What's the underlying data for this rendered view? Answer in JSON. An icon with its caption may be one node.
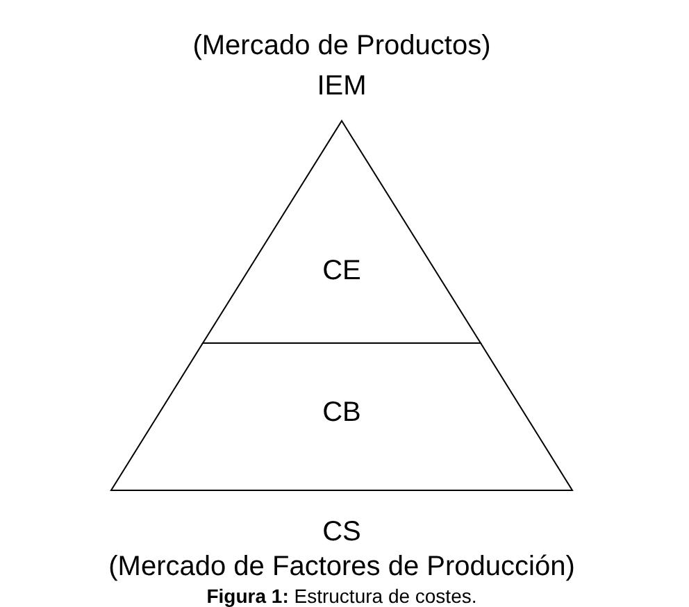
{
  "diagram": {
    "caption": "**Figura 1:** Estructura de costes.",
    "nodes": [
      {
        "text": [
          "CE"
        ]
      },
      {
        "text": [
          "CB"
        ]
      }
    ],
    "labels": [
      "(Mercado de Productos)",
      "IEM",
      "CS",
      "(Mercado de Factores de Producción)"
    ]
  }
}
